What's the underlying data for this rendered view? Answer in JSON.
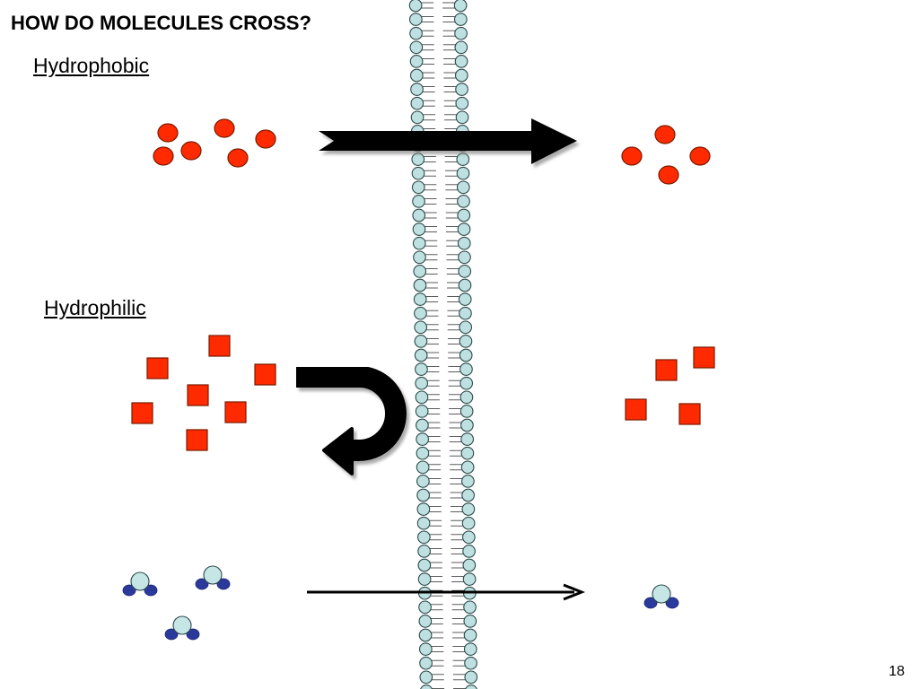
{
  "slide": {
    "title": "HOW DO MOLECULES CROSS?",
    "page_number": "18"
  },
  "sections": {
    "hydrophobic": {
      "label": "Hydrophobic"
    },
    "hydrophilic": {
      "label": "Hydrophilic"
    }
  },
  "colors": {
    "molecule_fill": "#ff2a00",
    "molecule_stroke": "#7a1a00",
    "lipid_head": "#bfe0e0",
    "lipid_head_stroke": "#2c4a4c",
    "water_oxygen": "#c6e6e6",
    "water_hydrogen": "#2a3a9c",
    "arrow": "#000000"
  }
}
